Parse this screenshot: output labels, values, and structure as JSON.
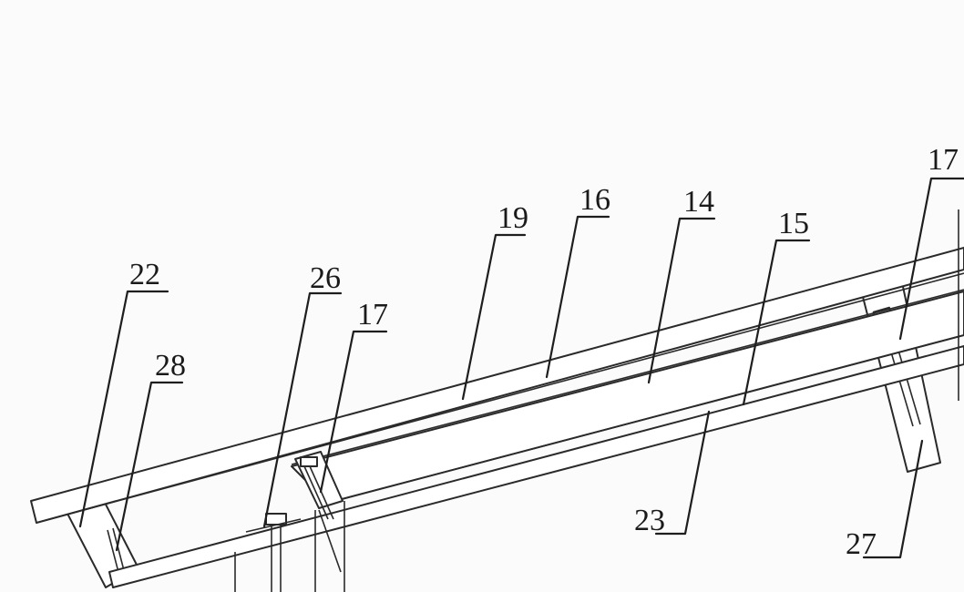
{
  "labels": {
    "l22": "22",
    "l28": "28",
    "l26": "26",
    "l17a": "17",
    "l19": "19",
    "l16": "16",
    "l14": "14",
    "l15": "15",
    "l17b": "17",
    "l23": "23",
    "l27": "27"
  }
}
